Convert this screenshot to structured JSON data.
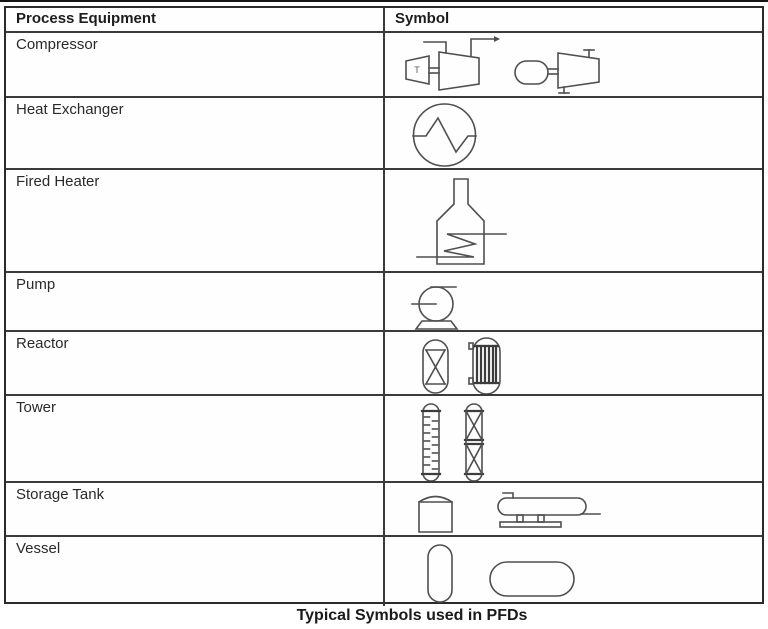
{
  "caption": "Typical Symbols used in PFDs",
  "table": {
    "header": {
      "equipment": "Process Equipment",
      "symbol": "Symbol"
    },
    "rows": [
      {
        "label": "Compressor",
        "symbol_icons": [
          "turbine-driven-compressor-icon",
          "motor-driven-compressor-icon"
        ]
      },
      {
        "label": "Heat Exchanger",
        "symbol_icons": [
          "heat-exchanger-circle-zigzag-icon"
        ]
      },
      {
        "label": "Fired Heater",
        "symbol_icons": [
          "fired-heater-coil-icon"
        ]
      },
      {
        "label": "Pump",
        "symbol_icons": [
          "centrifugal-pump-icon"
        ]
      },
      {
        "label": "Reactor",
        "symbol_icons": [
          "packed-bed-reactor-icon",
          "tubular-reactor-icon"
        ]
      },
      {
        "label": "Tower",
        "symbol_icons": [
          "tray-tower-icon",
          "packed-tower-icon"
        ]
      },
      {
        "label": "Storage Tank",
        "symbol_icons": [
          "cone-roof-tank-icon",
          "horizontal-bullet-tank-icon"
        ]
      },
      {
        "label": "Vessel",
        "symbol_icons": [
          "vertical-vessel-icon",
          "horizontal-vessel-icon"
        ]
      }
    ]
  },
  "symbol_labels": {
    "turbine_driver": "T"
  },
  "colors": {
    "line": "#4f4f4f",
    "border": "#2b2b2b",
    "text": "#1d1d1d"
  }
}
